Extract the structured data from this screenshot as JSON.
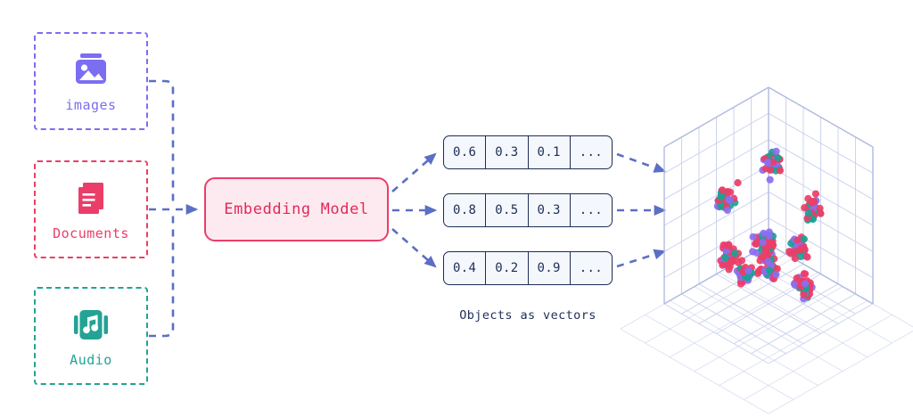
{
  "diagram": {
    "title": "Objects as vectors pipeline",
    "background": "#ffffff",
    "colors": {
      "purple": "#7c6ef0",
      "crimson": "#ea3e68",
      "teal": "#23a394",
      "navy": "#1f2d56",
      "slate_blue": "#5b6fc4",
      "grid_blue": "#c5cdeb",
      "model_fill": "#fdeaf0",
      "vector_fill": "#f4f7fc"
    }
  },
  "sources": [
    {
      "label": "images",
      "icon": "image-icon",
      "color": "#7c6ef0"
    },
    {
      "label": "Documents",
      "icon": "document-icon",
      "color": "#ea3e68"
    },
    {
      "label": "Audio",
      "icon": "audio-icon",
      "color": "#23a394"
    }
  ],
  "model": {
    "label": "Embedding Model"
  },
  "vectors": {
    "caption": "Objects as vectors",
    "rows": [
      {
        "cells": [
          "0.6",
          "0.3",
          "0.1",
          "..."
        ]
      },
      {
        "cells": [
          "0.8",
          "0.5",
          "0.3",
          "..."
        ]
      },
      {
        "cells": [
          "0.4",
          "0.2",
          "0.9",
          "..."
        ]
      }
    ]
  },
  "vector_space": {
    "name": "vector-space-cube",
    "description": "3D isometric cube with scattered embedding points",
    "point_colors": [
      "#ea3e68",
      "#8b6ef0",
      "#1aa394"
    ],
    "point_count": 360
  }
}
